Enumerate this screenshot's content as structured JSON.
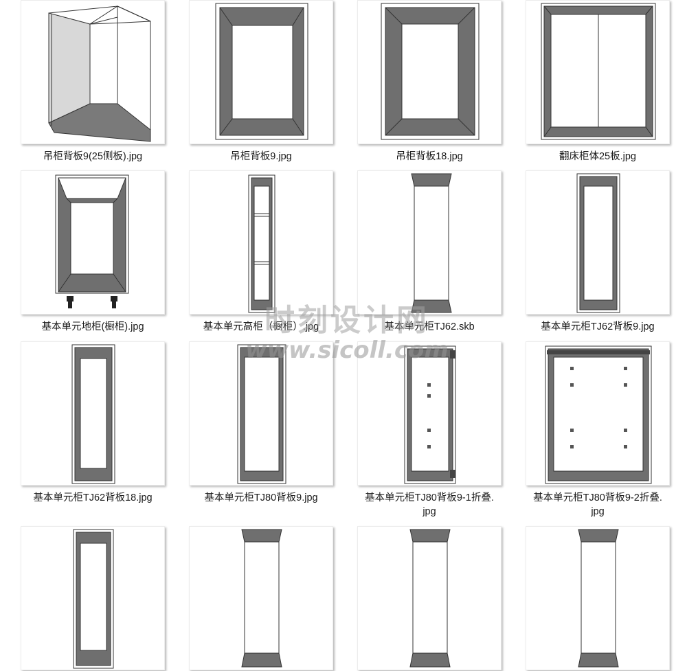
{
  "files": [
    {
      "name": "吊柜背板9(25侧板).jpg",
      "icon": "hanging-cabinet-3d-thumbnail"
    },
    {
      "name": "吊柜背板9.jpg",
      "icon": "hanging-cabinet-back9-thumbnail"
    },
    {
      "name": "吊柜背板18.jpg",
      "icon": "hanging-cabinet-back18-thumbnail"
    },
    {
      "name": "翻床柜体25板.jpg",
      "icon": "fold-bed-cabinet-thumbnail"
    },
    {
      "name": "基本单元地柜(橱柜).jpg",
      "icon": "base-cabinet-thumbnail"
    },
    {
      "name": "基本单元高柜（橱柜）.jpg",
      "icon": "tall-cabinet-thumbnail"
    },
    {
      "name": "基本单元柜TJ62.skb",
      "icon": "tj62-cabinet-thumbnail"
    },
    {
      "name": "基本单元柜TJ62背板9.jpg",
      "icon": "tj62-back9-thumbnail"
    },
    {
      "name": "基本单元柜TJ62背板18.jpg",
      "icon": "tj62-back18-thumbnail"
    },
    {
      "name": "基本单元柜TJ80背板9.jpg",
      "icon": "tj80-back9-thumbnail"
    },
    {
      "name": "基本单元柜TJ80背板9-1折叠.\njpg",
      "icon": "tj80-fold1-thumbnail"
    },
    {
      "name": "基本单元柜TJ80背板9-2折叠.\njpg",
      "icon": "tj80-fold2-thumbnail"
    },
    {
      "name": "",
      "icon": "cabinet-thumbnail"
    },
    {
      "name": "",
      "icon": "cabinet-column-thumbnail"
    },
    {
      "name": "",
      "icon": "cabinet-column-thumbnail"
    },
    {
      "name": "",
      "icon": "cabinet-column-thumbnail"
    }
  ],
  "watermark": {
    "cn": "时刻设计网",
    "url": "www.sicoll.com"
  },
  "colors": {
    "panel": "#6f6f6f",
    "outline": "#333333",
    "side": "#d8d8d8"
  }
}
